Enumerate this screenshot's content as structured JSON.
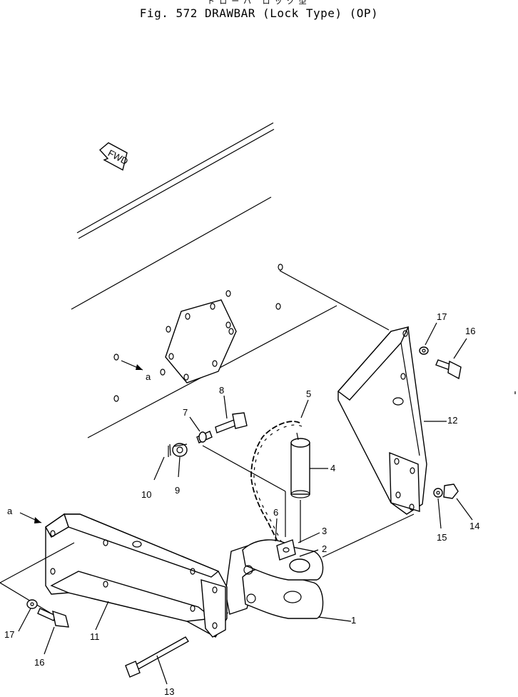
{
  "header": {
    "japanese_title": "ドローバ ロック型",
    "figure_title": "Fig. 572  DRAWBAR (Lock Type) (OP)"
  },
  "diagram": {
    "direction_label": "FWD",
    "view_refs": {
      "upper": "a",
      "lower": "a"
    },
    "callouts": [
      "1",
      "2",
      "3",
      "4",
      "5",
      "6",
      "7",
      "8",
      "9",
      "10",
      "11",
      "12",
      "13",
      "14",
      "15",
      "16",
      "16",
      "17",
      "17"
    ]
  }
}
